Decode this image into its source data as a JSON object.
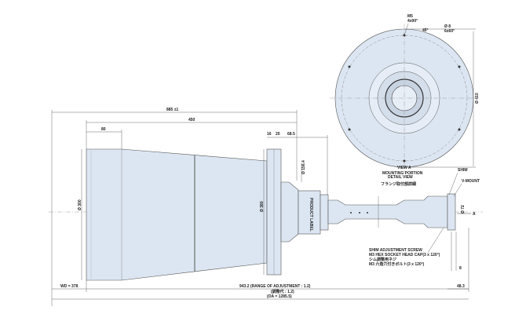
{
  "drawing": {
    "dims": {
      "overall_length": "885 ±1",
      "body_length": "450",
      "front_length": "80",
      "flange_a": "16",
      "flange_b": "20",
      "neck_length": "68.5",
      "front_dia": "Ø 300",
      "flange_dia": "Ø 380",
      "neck_dia": "Ø 156.4",
      "mount_dia": "Ø 72",
      "circle_dia": "Ø 410",
      "shim_offset": "8",
      "mount_length": "48.3",
      "wd": "WD = 378",
      "adjust": "943.2 (RANGE OF ADJUSTMENT : 1.2)",
      "adjust_jp": "(調整代 : 1.2)",
      "oa": "(OA = 1285.5)"
    },
    "view_a": {
      "title": "VIEW A",
      "subtitle1": "MOUNTING PORTION",
      "subtitle2": "DETAIL VIEW",
      "subtitle_jp": "フランジ取付部詳細",
      "m5": "M5",
      "m5_pattern": "4x90°",
      "angle": "45°",
      "hole": "Ø 8",
      "hole_pattern": "6x60°"
    },
    "labels": {
      "product_label": "PRODUCT LABEL",
      "shim": "SHIM",
      "vmount": "V-MOUNT",
      "view_arrow": "A",
      "screw1": "SHIM ADJUSTMENT SCREW",
      "screw2": "M3 HEX SOCKET HEAD CAP(3 x 120°)",
      "screw3": "シム調整用ネジ",
      "screw4": "M3 六角穴付きボルト(3 x 120°)"
    },
    "colors": {
      "part_fill": "#dce6f2",
      "line": "#444444"
    }
  }
}
